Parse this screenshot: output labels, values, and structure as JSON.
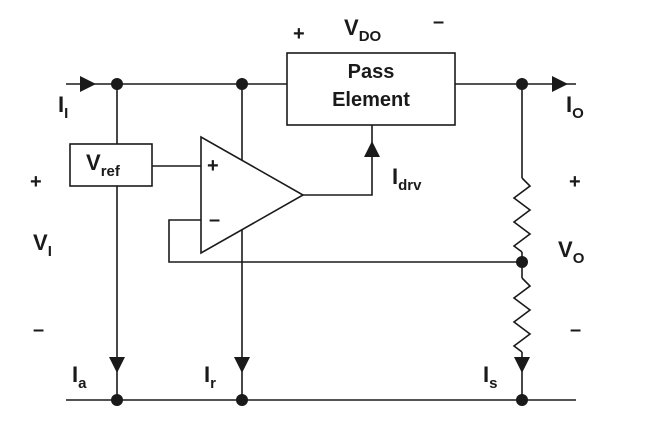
{
  "labels": {
    "vdo": {
      "main": "V",
      "sub": "DO"
    },
    "vdo_plus": "+",
    "vdo_minus": "–",
    "pass_element_line1": "Pass",
    "pass_element_line2": "Element",
    "ii": {
      "main": "I",
      "sub": "I"
    },
    "io": {
      "main": "I",
      "sub": "O"
    },
    "vref": {
      "main": "V",
      "sub": "ref"
    },
    "idrv": {
      "main": "I",
      "sub": "drv"
    },
    "vi": {
      "main": "V",
      "sub": "I"
    },
    "vi_plus": "+",
    "vi_minus": "–",
    "vo": {
      "main": "V",
      "sub": "O"
    },
    "vo_plus": "+",
    "vo_minus": "–",
    "opamp_plus": "+",
    "opamp_minus": "–",
    "ia": {
      "main": "I",
      "sub": "a"
    },
    "ir": {
      "main": "I",
      "sub": "r"
    },
    "is": {
      "main": "I",
      "sub": "s"
    }
  }
}
